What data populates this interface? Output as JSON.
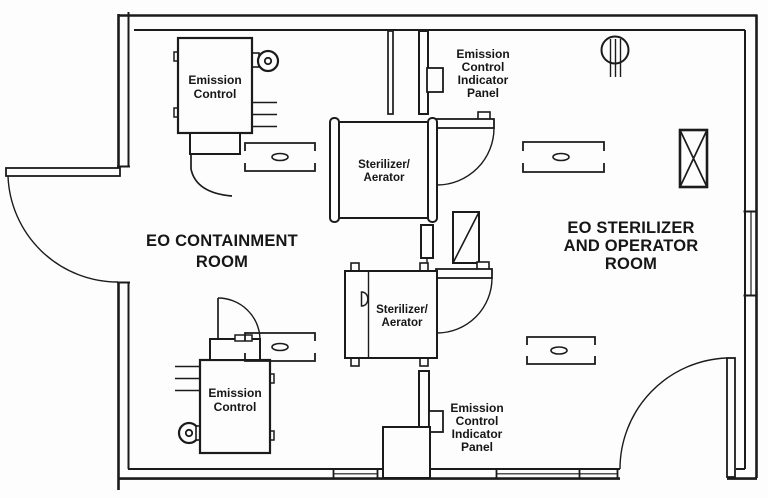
{
  "page": {
    "title": "EO sterilizer facility floor plan",
    "background_color": "#fdfdfd",
    "line_color": "#1b1b1b",
    "text_color": "#161616"
  },
  "rooms": {
    "containment": {
      "line1": "EO CONTAINMENT",
      "line2": "ROOM"
    },
    "operator": {
      "line1": "EO STERILIZER",
      "line2": "AND OPERATOR",
      "line3": "ROOM"
    }
  },
  "equipment": {
    "emission_control_top": {
      "line1": "Emission",
      "line2": "Control"
    },
    "emission_control_bottom": {
      "line1": "Emission",
      "line2": "Control"
    },
    "sterilizer_aerator_top": {
      "line1": "Sterilizer/",
      "line2": "Aerator"
    },
    "sterilizer_aerator_bottom": {
      "line1": "Sterilizer/",
      "line2": "Aerator"
    },
    "indicator_panel_top": {
      "line1": "Emission",
      "line2": "Control",
      "line3": "Indicator",
      "line4": "Panel"
    },
    "indicator_panel_bottom": {
      "line1": "Emission",
      "line2": "Control",
      "line3": "Indicator",
      "line4": "Panel"
    }
  },
  "symbols": {
    "fan_blower": "fan-blower-circle",
    "work_table": "work-table-with-oval",
    "vent_box": "x-crossed-box",
    "sprinkler": "circle-with-drop-lines",
    "door": "door-swing-arc",
    "window": "double-line-window"
  }
}
